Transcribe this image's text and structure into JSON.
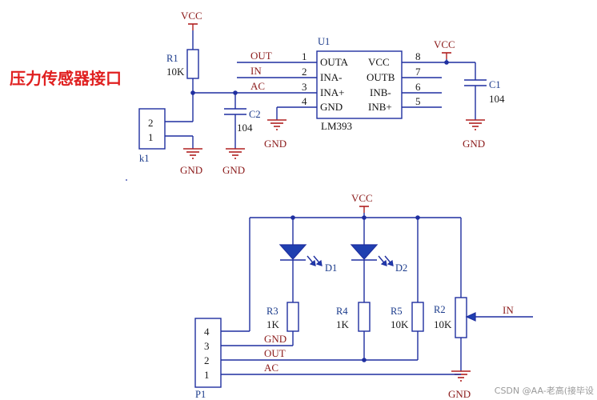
{
  "title": "压力传感器接口",
  "watermark": "CSDN @AA-老高(接毕设",
  "labels": {
    "vcc": "VCC",
    "gnd": "GND",
    "net_out": "OUT",
    "net_in": "IN",
    "net_ac": "AC"
  },
  "components": {
    "r1": {
      "ref": "R1",
      "value": "10K"
    },
    "c2": {
      "ref": "C2",
      "value": "104"
    },
    "c1": {
      "ref": "C1",
      "value": "104"
    },
    "k1": {
      "ref": "k1",
      "pins": [
        "2",
        "1"
      ]
    },
    "u1": {
      "ref": "U1",
      "part": "LM393",
      "pins_left": [
        {
          "num": "1",
          "name": "OUTA"
        },
        {
          "num": "2",
          "name": "INA-"
        },
        {
          "num": "3",
          "name": "INA+"
        },
        {
          "num": "4",
          "name": "GND"
        }
      ],
      "pins_right": [
        {
          "num": "8",
          "name": "VCC"
        },
        {
          "num": "7",
          "name": "OUTB"
        },
        {
          "num": "6",
          "name": "INB-"
        },
        {
          "num": "5",
          "name": "INB+"
        }
      ]
    },
    "d1": {
      "ref": "D1"
    },
    "d2": {
      "ref": "D2"
    },
    "r3": {
      "ref": "R3",
      "value": "1K"
    },
    "r4": {
      "ref": "R4",
      "value": "1K"
    },
    "r5": {
      "ref": "R5",
      "value": "10K"
    },
    "r2": {
      "ref": "R2",
      "value": "10K"
    },
    "p1": {
      "ref": "P1",
      "pins": [
        "4",
        "3",
        "2",
        "1"
      ]
    }
  },
  "colors": {
    "wire": "#1f2fa0",
    "net_label": "#8b1a1a",
    "title": "#e02020"
  }
}
